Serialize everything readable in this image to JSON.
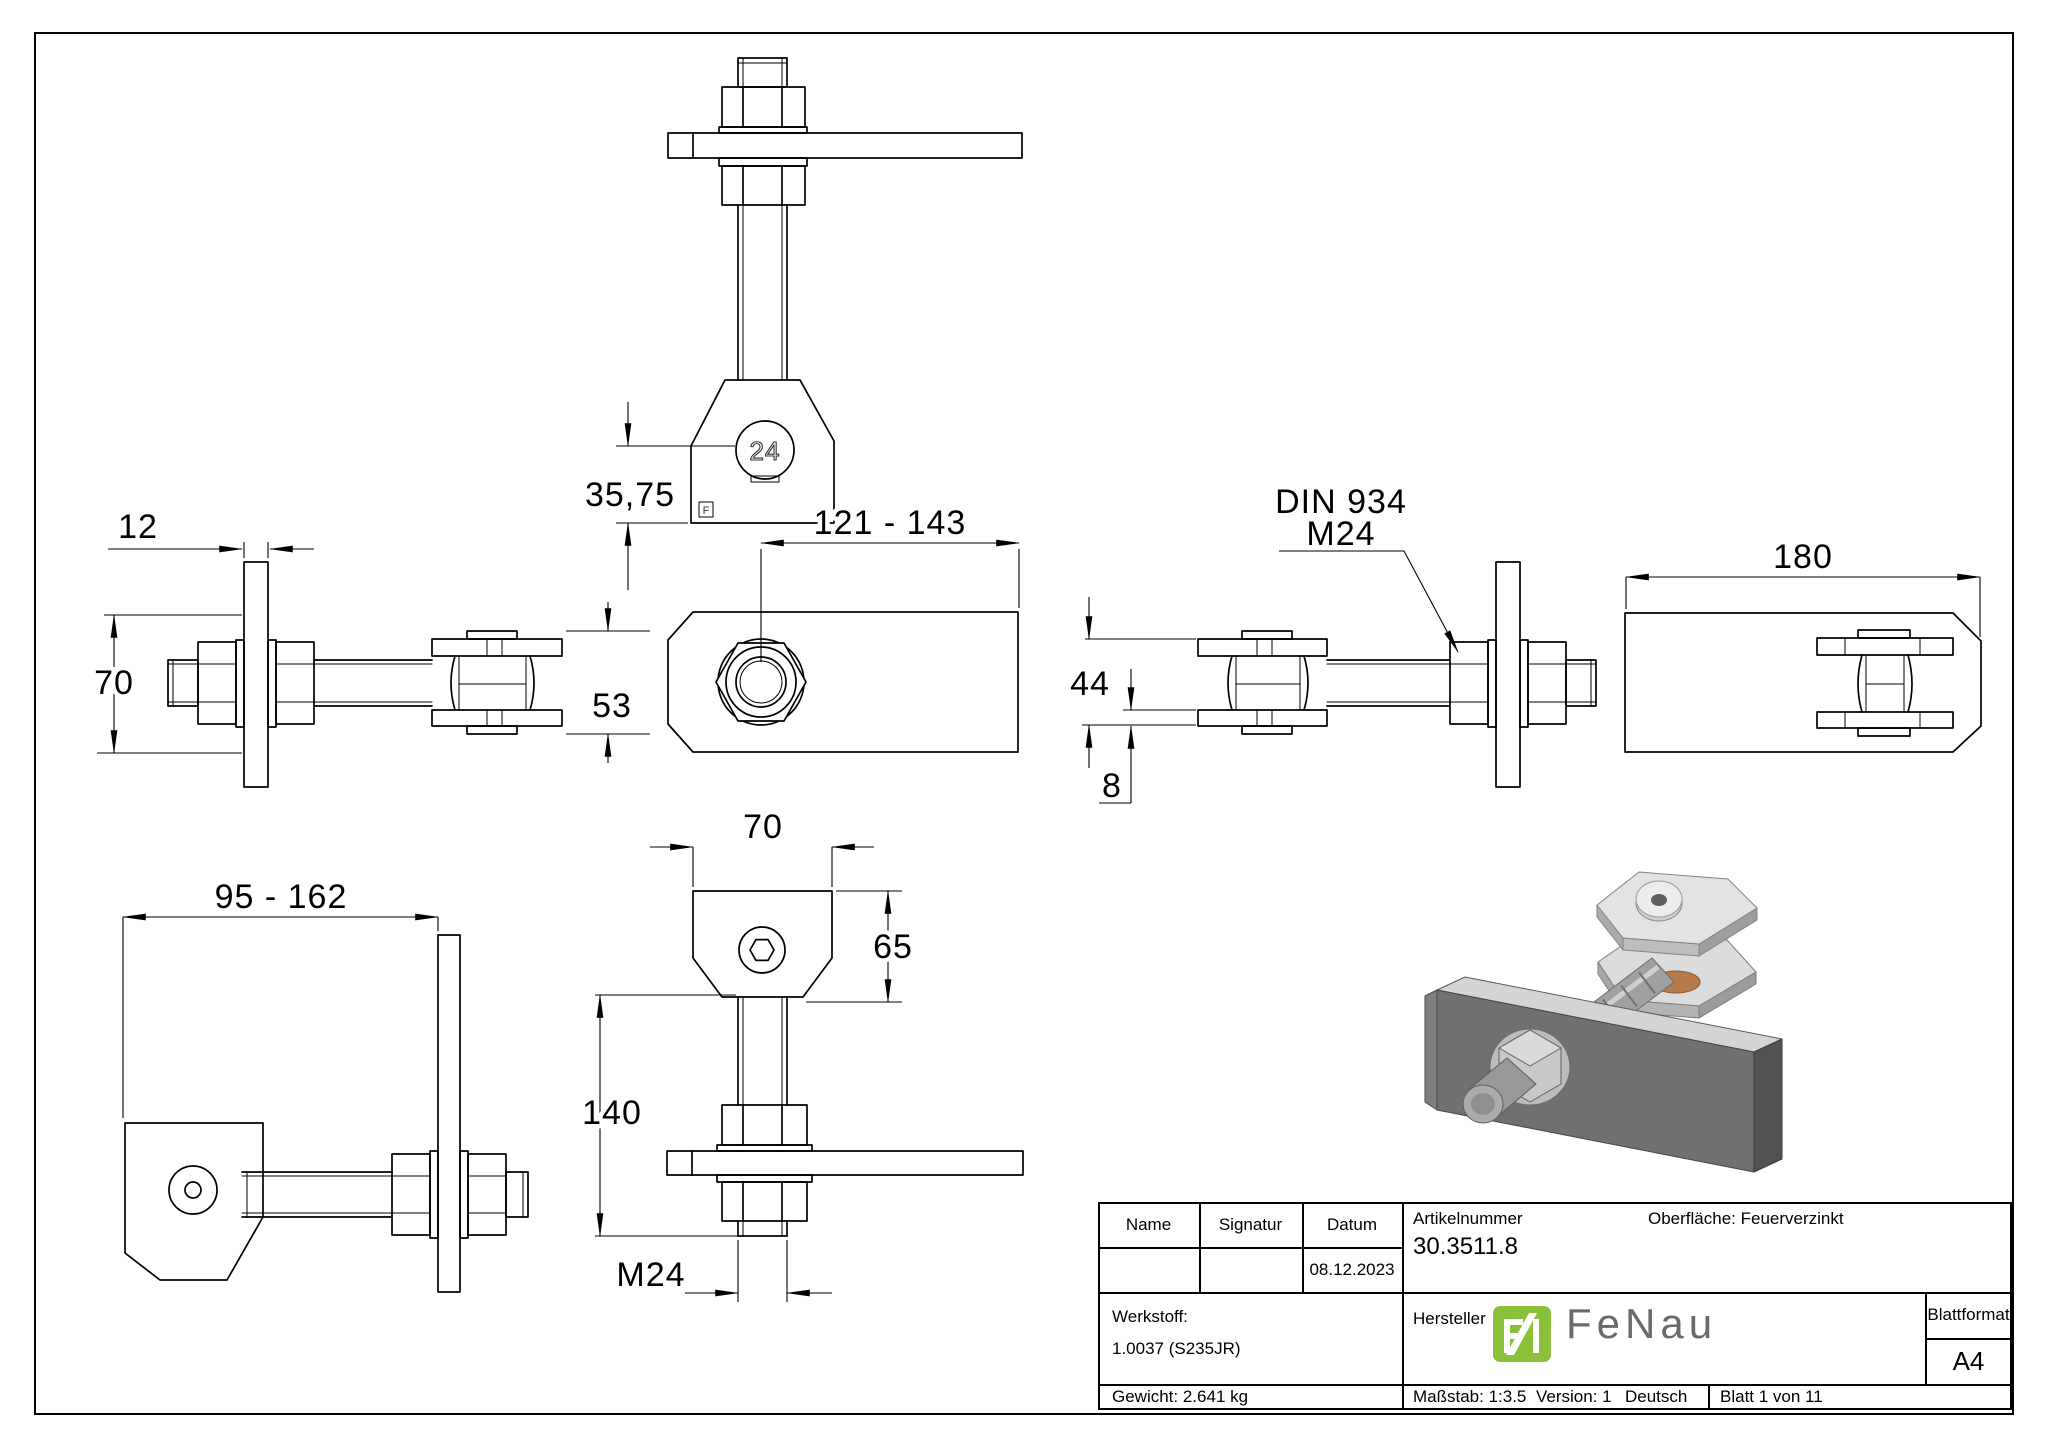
{
  "drawing": {
    "stamp_size": "24",
    "stamp_mark": "F",
    "dims": {
      "hole_offset": "35,75",
      "bar_thickness": "12",
      "bar_width": "70",
      "knuckle_overall": "53",
      "adjust_range_front": "121 - 143",
      "nut_leader_line1": "DIN 934",
      "nut_leader_line2": "M24",
      "knuckle_inner": "44",
      "plate_thickness": "8",
      "plate_length": "180",
      "adjust_range_side": "95 - 162",
      "body_width": "70",
      "body_height": "65",
      "rod_length": "140",
      "thread": "M24"
    }
  },
  "title_block": {
    "name_label": "Name",
    "signatur_label": "Signatur",
    "datum_label": "Datum",
    "datum_value": "08.12.2023",
    "artikelnummer_label": "Artikelnummer",
    "artikelnummer_value": "30.3511.8",
    "oberflaeche": "Oberfläche: Feuerverzinkt",
    "werkstoff_label": "Werkstoff:",
    "werkstoff_value": "1.0037 (S235JR)",
    "hersteller_label": "Hersteller",
    "blattformat_label": "Blattformat",
    "blattformat_value": "A4",
    "gewicht": "Gewicht: 2.641 kg",
    "massstab": "Maßstab: 1:3.5",
    "version": "Version: 1",
    "sprache": "Deutsch",
    "blatt": "Blatt 1 von 11"
  },
  "logo": {
    "monogram": "F",
    "wordmark": "FeNau",
    "green": "#8cbf3a",
    "gray": "#686b6e"
  }
}
